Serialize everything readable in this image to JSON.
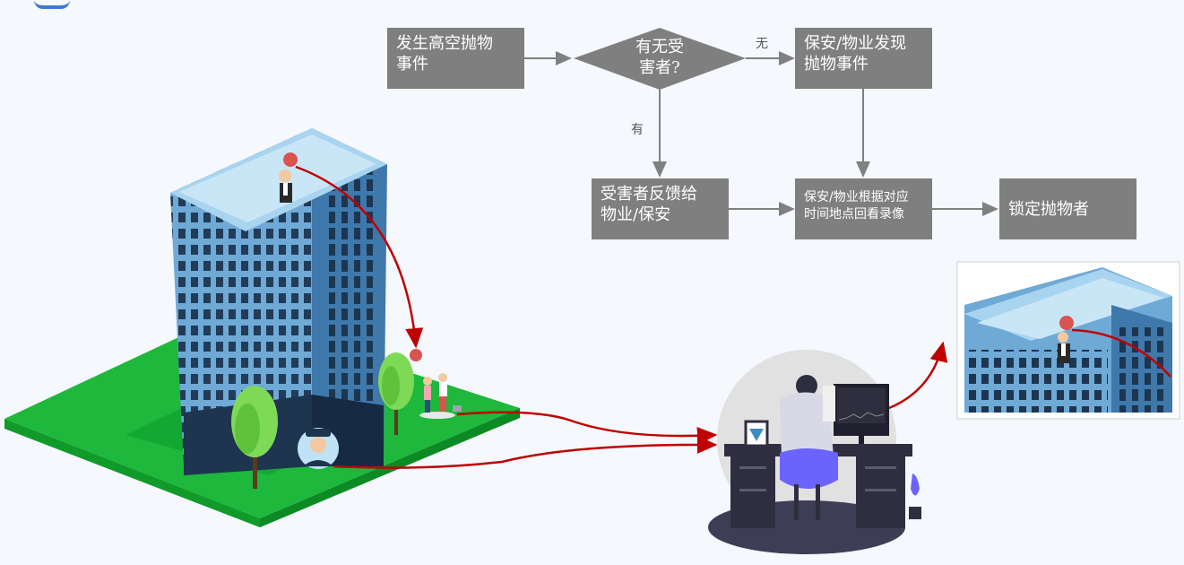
{
  "flowchart": {
    "start": {
      "line1": "发生高空抛物",
      "line2": "事件"
    },
    "decision": {
      "line1": "有无受",
      "line2": "害者?"
    },
    "no_label": "无",
    "yes_label": "有",
    "security_found": {
      "line1": "保安/物业发现",
      "line2": "抛物事件"
    },
    "victim_feedback": {
      "line1": "受害者反馈给",
      "line2": "物业/保安"
    },
    "review_video": {
      "line1": "保安/物业根据对应",
      "line2": "时间地点回看录像"
    },
    "lock_thrower": "锁定抛物者"
  },
  "colors": {
    "box_fill": "#7f7f7f",
    "arrow_gray": "#808080",
    "red_path": "#c00000",
    "grass": "#1db83c",
    "building": "#4f8fc4"
  },
  "icons": {
    "building": "office-building-illustration",
    "thrower": "person-throwing-object-icon",
    "security_guard": "security-guard-avatar-icon",
    "pedestrians": "pedestrians-icon",
    "operator": "operator-at-monitor-illustration",
    "zoom_inset": "surveillance-zoom-inset"
  }
}
